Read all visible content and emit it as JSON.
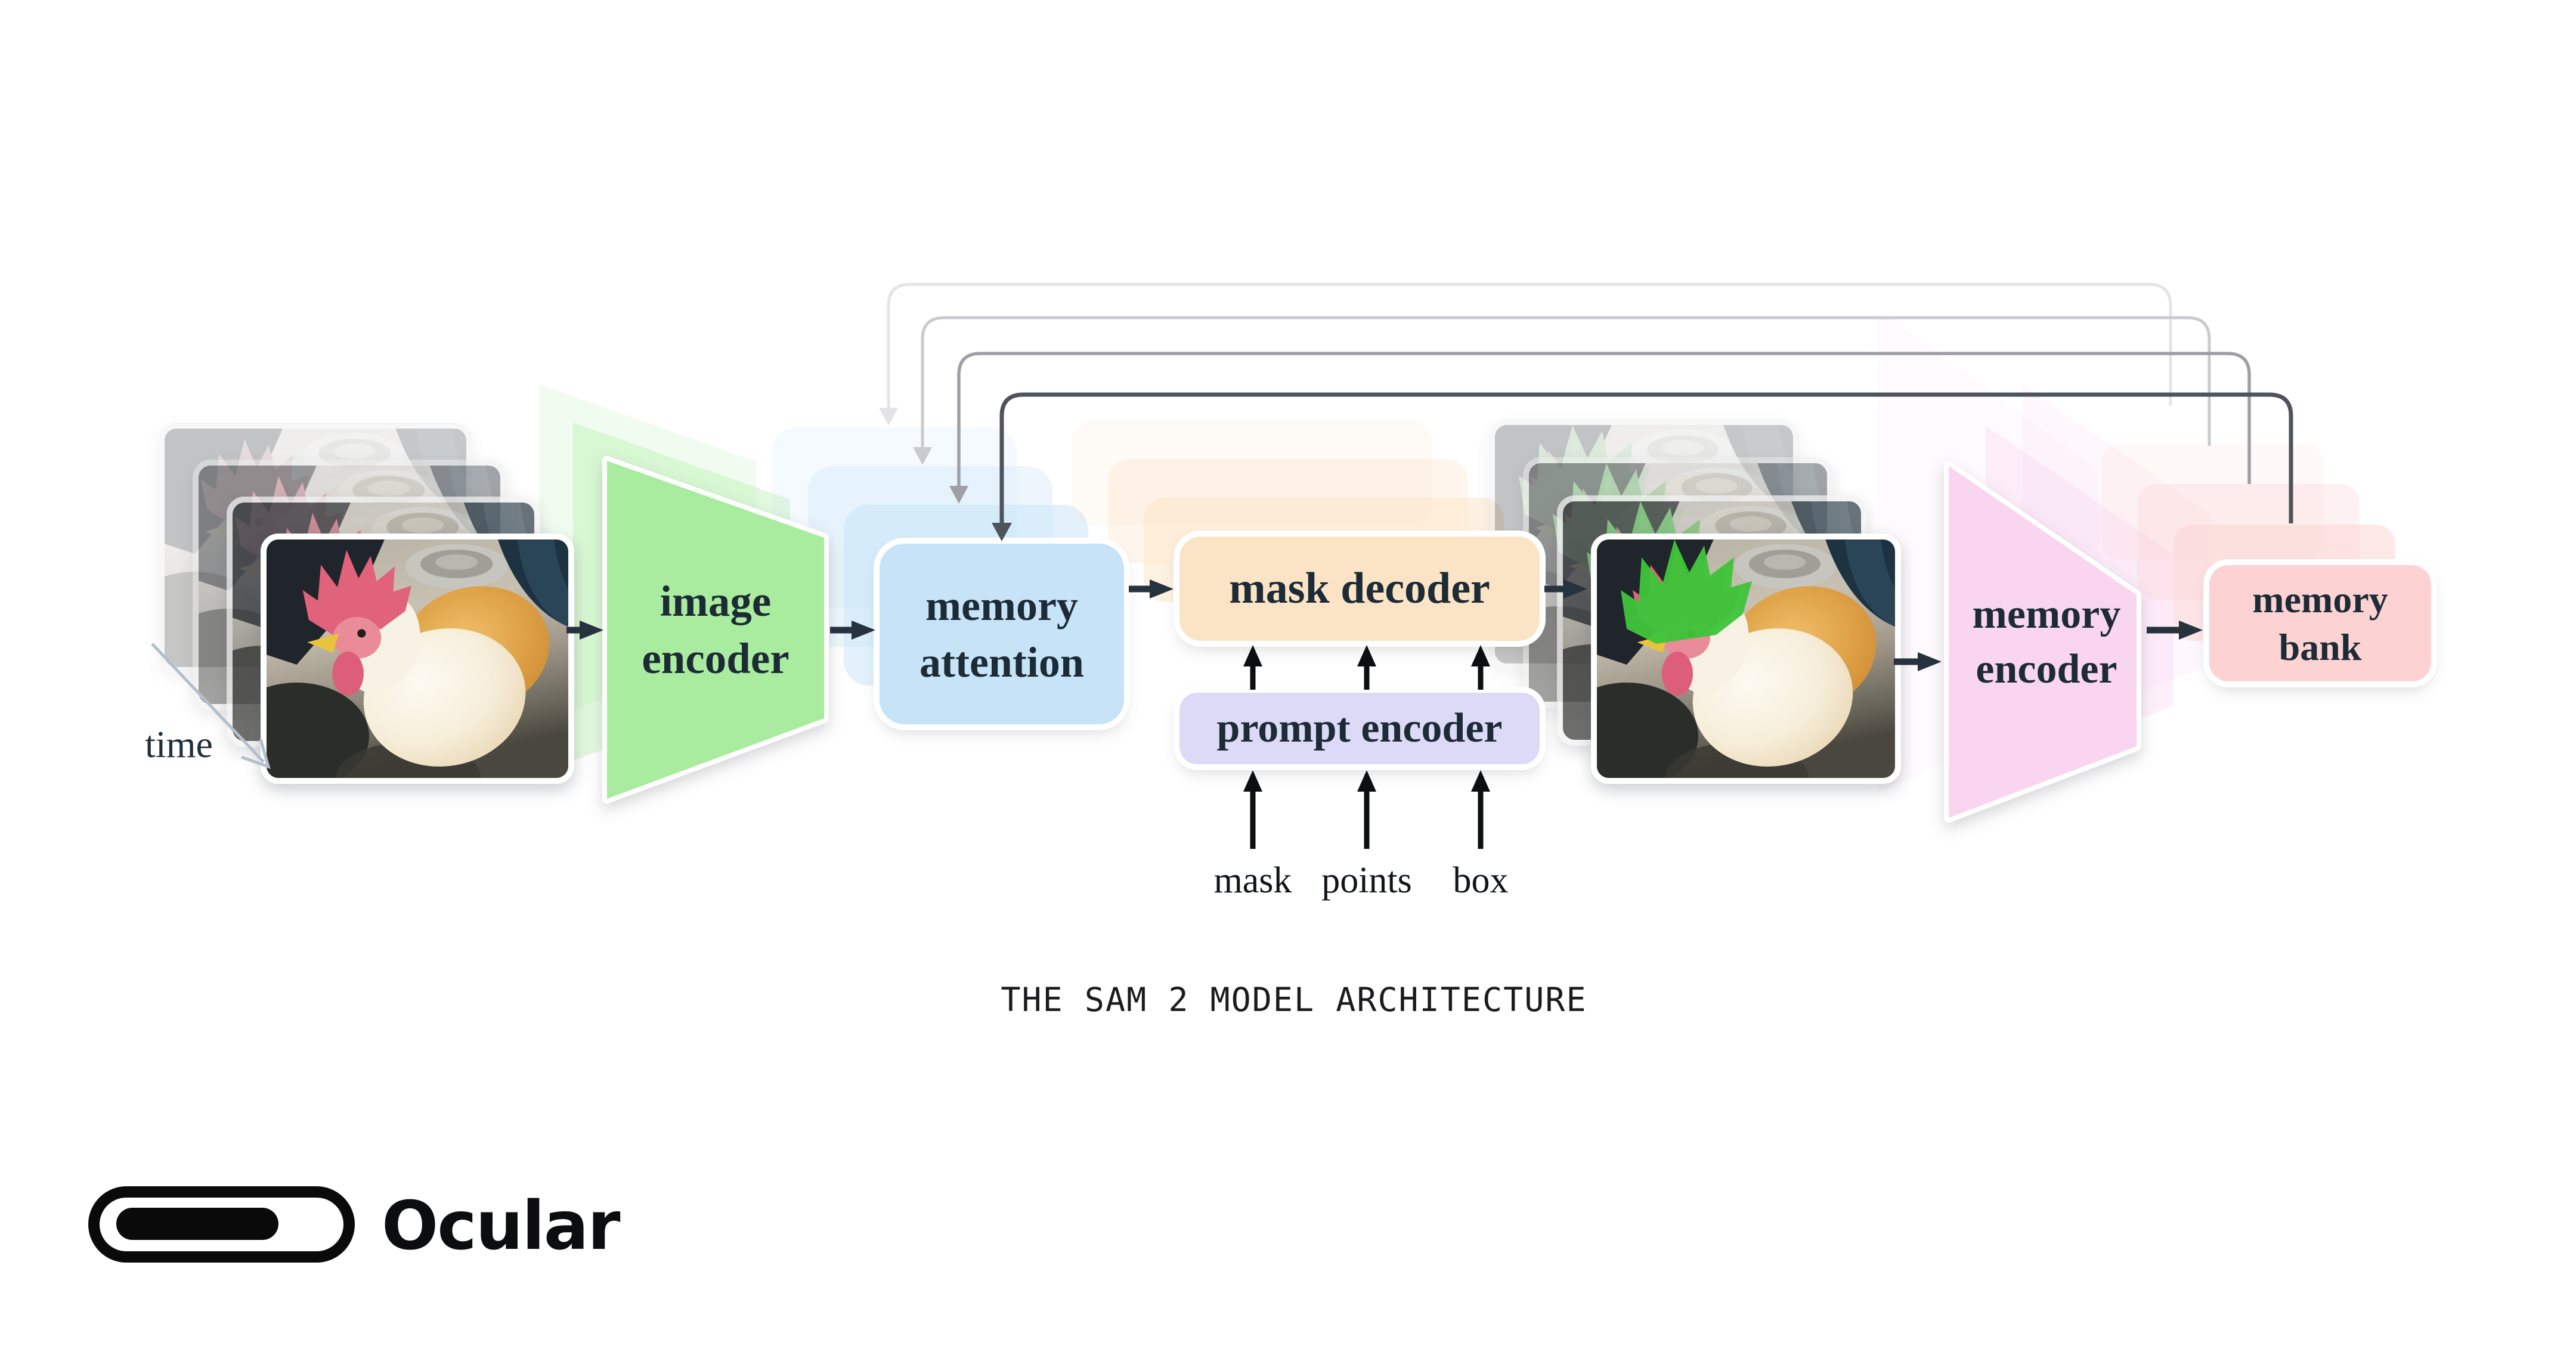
{
  "diagram": {
    "caption": "THE SAM 2 MODEL ARCHITECTURE",
    "time_label": "time",
    "blocks": {
      "image_encoder": {
        "line1": "image",
        "line2": "encoder",
        "color": "#a9ec9f"
      },
      "memory_attention": {
        "line1": "memory",
        "line2": "attention",
        "color": "#c6e3f8"
      },
      "mask_decoder": {
        "label": "mask decoder",
        "color": "#fbe3c5"
      },
      "prompt_encoder": {
        "label": "prompt encoder",
        "color": "#dcdaf7"
      },
      "memory_encoder": {
        "line1": "memory",
        "line2": "encoder",
        "color": "#f9d5f0"
      },
      "memory_bank": {
        "line1": "memory",
        "line2": "bank",
        "color": "#fcd3d2"
      }
    },
    "prompt_inputs": [
      {
        "label": "mask"
      },
      {
        "label": "points"
      },
      {
        "label": "box"
      }
    ],
    "frames": {
      "input_stack_count": 4,
      "output_stack_count": 4,
      "content": "rooster video frame",
      "output_mask_color": "#3ec43a"
    },
    "skip_connections": {
      "count": 4,
      "colors": [
        "#e4e4e7",
        "#c9c9ce",
        "#9fa0a6",
        "#4e545b"
      ]
    },
    "colors": {
      "arrow": "#26323d",
      "vertical_arrow": "#0c0e10",
      "time_arrow": "#b3bfcb",
      "label_text": "#1d2b37",
      "background": "#ffffff"
    }
  },
  "footer": {
    "brand": "Ocular",
    "logo_icon": "pill-mark-icon"
  }
}
